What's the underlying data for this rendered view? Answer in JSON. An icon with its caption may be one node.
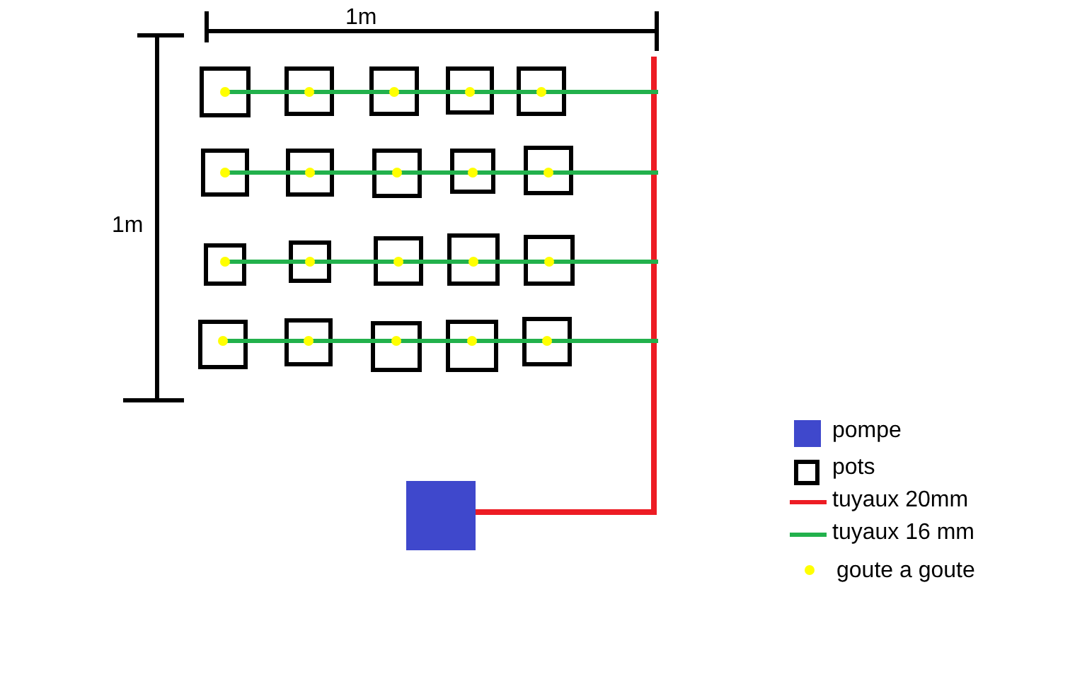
{
  "diagram": {
    "nodes": [
      {
        "text": [],
        "shape": "box"
      },
      {
        "text": [],
        "shape": "box"
      },
      {
        "text": [],
        "shape": "box"
      },
      {
        "text": [],
        "shape": "box"
      },
      {
        "text": [],
        "shape": "box"
      },
      {
        "text": [],
        "shape": "box"
      },
      {
        "text": [],
        "shape": "box"
      },
      {
        "text": [],
        "shape": "box"
      },
      {
        "text": [],
        "shape": "box"
      },
      {
        "text": [],
        "shape": "box"
      },
      {
        "text": [],
        "shape": "box"
      },
      {
        "text": [],
        "shape": "box"
      },
      {
        "text": [],
        "shape": "box"
      },
      {
        "text": [],
        "shape": "box"
      },
      {
        "text": [],
        "shape": "box"
      },
      {
        "text": [],
        "shape": "box"
      },
      {
        "text": [],
        "shape": "box"
      },
      {
        "text": [],
        "shape": "box"
      },
      {
        "text": [],
        "shape": "box"
      },
      {
        "text": [],
        "shape": "box"
      },
      {
        "text": [],
        "shape": "box"
      }
    ],
    "labels": [
      "1m",
      "1m"
    ],
    "legend": [
      {
        "text": "pompe",
        "color": "#3f48cc"
      },
      {
        "text": "pots"
      },
      {
        "text": "tuyaux 20mm"
      },
      {
        "text": "tuyaux 16 mm"
      },
      {
        "text": "goute a goute"
      }
    ]
  }
}
